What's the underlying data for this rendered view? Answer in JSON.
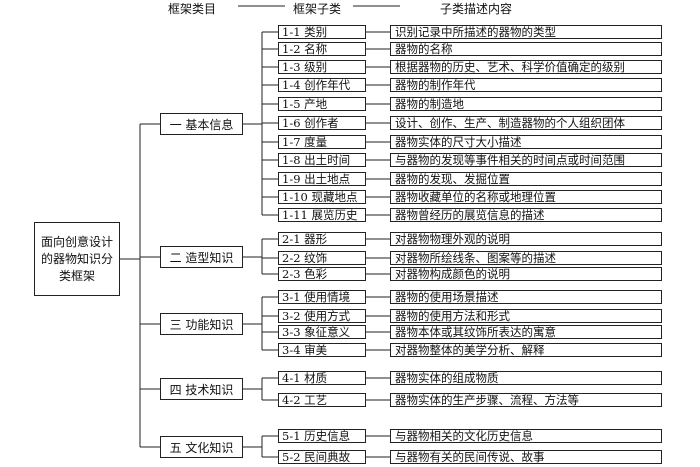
{
  "header": {
    "level1": "框架类目",
    "level2": "框架子类",
    "level3": "子类描述内容"
  },
  "root": {
    "label": "面向创意设计的器物知识分类框架"
  },
  "categories": [
    {
      "label": "一 基本信息",
      "subs": [
        {
          "label": "1-1 类别",
          "desc": "识别记录中所描述的器物的类型"
        },
        {
          "label": "1-2 名称",
          "desc": "器物的名称"
        },
        {
          "label": "1-3 级别",
          "desc": "根据器物的历史、艺术、科学价值确定的级别"
        },
        {
          "label": "1-4 创作年代",
          "desc": "器物的制作年代"
        },
        {
          "label": "1-5 产地",
          "desc": "器物的制造地"
        },
        {
          "label": "1-6 创作者",
          "desc": "设计、创作、生产、制造器物的个人组织团体"
        },
        {
          "label": "1-7 度量",
          "desc": "器物实体的尺寸大小描述"
        },
        {
          "label": "1-8 出土时间",
          "desc": "与器物的发现等事件相关的时间点或时间范围"
        },
        {
          "label": "1-9 出土地点",
          "desc": "器物的发现、发掘位置"
        },
        {
          "label": "1-10 现藏地点",
          "desc": "器物收藏单位的名称或地理位置"
        },
        {
          "label": "1-11 展览历史",
          "desc": "器物曾经历的展览信息的描述"
        }
      ]
    },
    {
      "label": "二 造型知识",
      "subs": [
        {
          "label": "2-1 器形",
          "desc": "对器物物理外观的说明"
        },
        {
          "label": "2-2 纹饰",
          "desc": "对器物所绘线条、图案等的描述"
        },
        {
          "label": "2-3 色彩",
          "desc": "对器物构成颜色的说明"
        }
      ]
    },
    {
      "label": "三 功能知识",
      "subs": [
        {
          "label": "3-1 使用情境",
          "desc": "器物的使用场景描述"
        },
        {
          "label": "3-2 使用方式",
          "desc": "器物的使用方法和形式"
        },
        {
          "label": "3-3 象征意义",
          "desc": "器物本体或其纹饰所表达的寓意"
        },
        {
          "label": "3-4 审美",
          "desc": "对器物整体的美学分析、解释"
        }
      ]
    },
    {
      "label": "四 技术知识",
      "subs": [
        {
          "label": "4-1 材质",
          "desc": "器物实体的组成物质"
        },
        {
          "label": "4-2 工艺",
          "desc": "器物实体的生产步骤、流程、方法等"
        }
      ]
    },
    {
      "label": "五 文化知识",
      "subs": [
        {
          "label": "5-1 历史信息",
          "desc": "与器物相关的文化历史信息"
        },
        {
          "label": "5-2 民间典故",
          "desc": "与器物有关的民间传说、故事"
        }
      ]
    }
  ]
}
